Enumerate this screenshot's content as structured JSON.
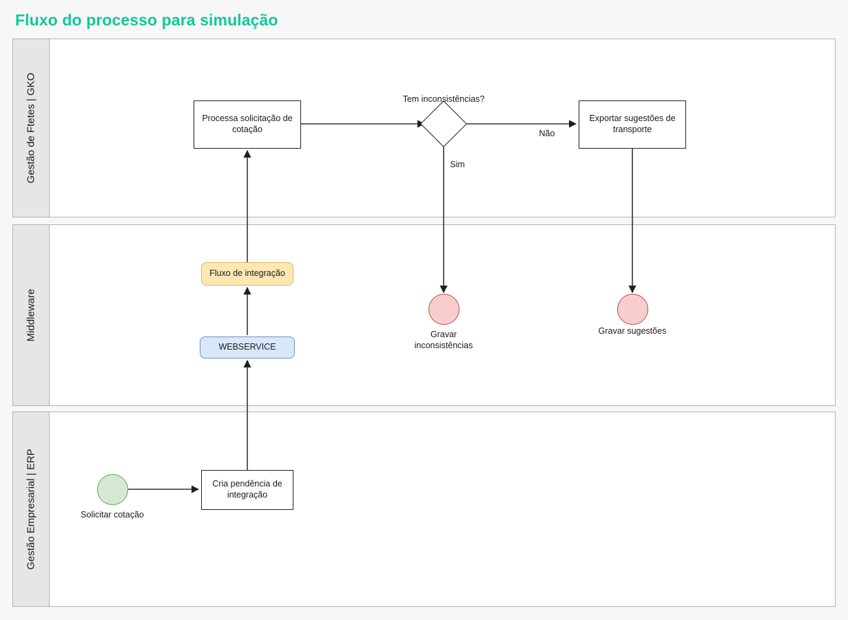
{
  "page": {
    "title": "Fluxo do processo para simulação",
    "title_color": "#12c79b",
    "background_color": "#f7f7f7"
  },
  "diagram": {
    "type": "bpmn-swimlane-flowchart",
    "lanes": [
      {
        "id": "gko",
        "label": "Gestão de Ftetes | GKO"
      },
      {
        "id": "mw",
        "label": "Middleware"
      },
      {
        "id": "erp",
        "label": "Gestão Empresarial | ERP"
      }
    ],
    "nodes": [
      {
        "id": "processa-cotacao",
        "lane": "gko",
        "shape": "task",
        "label": "Processa solicitação de cotação",
        "fill": "#ffffff",
        "stroke": "#1f1f1f"
      },
      {
        "id": "tem-inconsistencias",
        "lane": "gko",
        "shape": "gateway",
        "label": "Tem inconsistências?",
        "fill": "#ffffff",
        "stroke": "#1f1f1f"
      },
      {
        "id": "exportar-sugestoes",
        "lane": "gko",
        "shape": "task",
        "label": "Exportar sugestões de transporte",
        "fill": "#ffffff",
        "stroke": "#1f1f1f"
      },
      {
        "id": "fluxo-integracao",
        "lane": "mw",
        "shape": "rounded-task",
        "label": "Fluxo de integração",
        "fill": "#ffe7b3",
        "stroke": "#d6b656"
      },
      {
        "id": "webservice",
        "lane": "mw",
        "shape": "rounded-task",
        "label": "WEBSERVICE",
        "fill": "#d9e7fb",
        "stroke": "#6c8ebf"
      },
      {
        "id": "gravar-inconsistencias",
        "lane": "mw",
        "shape": "end-event",
        "label": "Gravar\ninconsistências",
        "fill": "#f8cecc",
        "stroke": "#b85450"
      },
      {
        "id": "gravar-sugestoes",
        "lane": "mw",
        "shape": "end-event",
        "label": "Gravar sugestões",
        "fill": "#f8cecc",
        "stroke": "#b85450"
      },
      {
        "id": "solicitar-cotacao",
        "lane": "erp",
        "shape": "start-event",
        "label": "Solicitar cotação",
        "fill": "#d5e8d4",
        "stroke": "#6aa84f"
      },
      {
        "id": "cria-pendencia",
        "lane": "erp",
        "shape": "task",
        "label": "Cria pendência de integração",
        "fill": "#ffffff",
        "stroke": "#1f1f1f"
      }
    ],
    "edges": [
      {
        "from": "solicitar-cotacao",
        "to": "cria-pendencia",
        "label": ""
      },
      {
        "from": "cria-pendencia",
        "to": "webservice",
        "label": ""
      },
      {
        "from": "webservice",
        "to": "fluxo-integracao",
        "label": ""
      },
      {
        "from": "fluxo-integracao",
        "to": "processa-cotacao",
        "label": ""
      },
      {
        "from": "processa-cotacao",
        "to": "tem-inconsistencias",
        "label": ""
      },
      {
        "from": "tem-inconsistencias",
        "to": "gravar-inconsistencias",
        "label": "Sim"
      },
      {
        "from": "tem-inconsistencias",
        "to": "exportar-sugestoes",
        "label": "Não"
      },
      {
        "from": "exportar-sugestoes",
        "to": "gravar-sugestoes",
        "label": ""
      }
    ],
    "labels": {
      "gateway_question": "Tem inconsistências?",
      "yes": "Sim",
      "no": "Não",
      "processa_cotacao": "Processa solicitação de\ncotação",
      "exportar_sugestoes": "Exportar sugestões de\ntransporte",
      "fluxo_integracao": "Fluxo de integração",
      "webservice": "WEBSERVICE",
      "gravar_inconsistencias": "Gravar\ninconsistências",
      "gravar_sugestoes": "Gravar sugestões",
      "solicitar_cotacao": "Solicitar cotação",
      "cria_pendencia": "Cria pendência de\nintegração"
    }
  }
}
